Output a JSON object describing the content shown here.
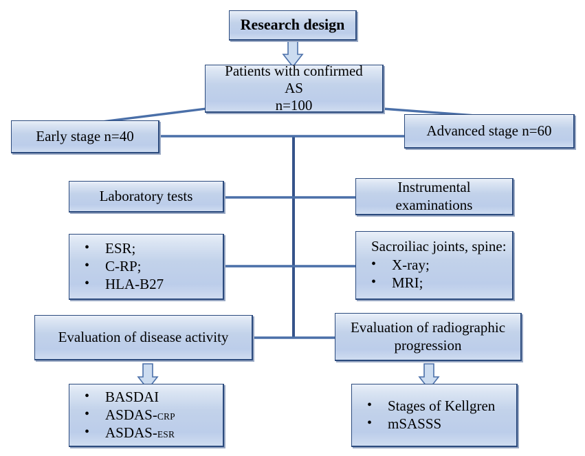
{
  "diagram": {
    "title_node": {
      "text": "Research design"
    },
    "cohort_node": {
      "line1": "Patients with confirmed",
      "line2": "AS",
      "line3": "n=100"
    },
    "early_stage_node": {
      "text": "Early stage n=40"
    },
    "advanced_stage_node": {
      "text": "Advanced stage n=60"
    },
    "lab_tests_node": {
      "text": "Laboratory tests"
    },
    "instrumental_node": {
      "line1": "Instrumental",
      "line2": "examinations"
    },
    "lab_items_node": {
      "items": [
        "ESR;",
        "C-RP;",
        "HLA-B27"
      ]
    },
    "imaging_node": {
      "lead": "Sacroiliac joints, spine:",
      "items": [
        "X-ray;",
        "MRI;"
      ]
    },
    "disease_activity_node": {
      "text": "Evaluation of disease activity"
    },
    "radiographic_node": {
      "line1": "Evaluation of radiographic",
      "line2": "progression"
    },
    "activity_measures_node": {
      "items": [
        {
          "main": "BASDAI",
          "sub": ""
        },
        {
          "main": "ASDAS-",
          "sub": "CRP"
        },
        {
          "main": "ASDAS-",
          "sub": "ESR"
        }
      ]
    },
    "progression_measures_node": {
      "items": [
        {
          "main": "Stages of Kellgren",
          "sub": ""
        },
        {
          "main": "mSASSS",
          "sub": ""
        }
      ]
    },
    "colors": {
      "box_fill_light": "#eaf0f9",
      "box_fill_mid": "#c2d2ea",
      "box_border": "#2b4a7d",
      "connector": "#4a6fa8",
      "arrow_fill": "#ccdcf0",
      "arrow_stroke": "#4a6fa8",
      "text": "#000000",
      "page_background": "#ffffff"
    }
  }
}
